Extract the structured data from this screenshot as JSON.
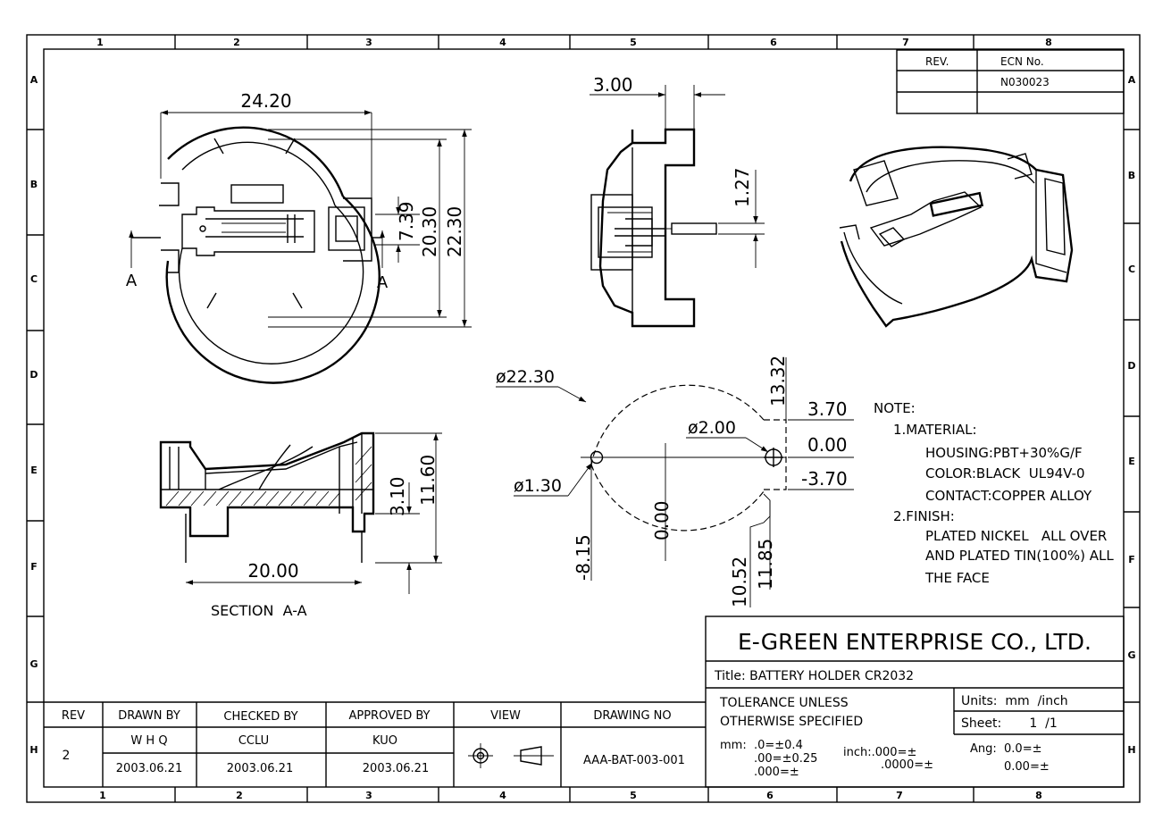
{
  "border": {
    "cols": [
      "1",
      "2",
      "3",
      "4",
      "5",
      "6",
      "7",
      "8"
    ],
    "rows": [
      "A",
      "B",
      "C",
      "D",
      "E",
      "F",
      "G",
      "H"
    ]
  },
  "revision_block": {
    "headers": [
      "REV.",
      "ECN No."
    ],
    "ecn": "N030023"
  },
  "top_view": {
    "width_dim": "24.20",
    "dim_739": "7.39",
    "dim_2030": "20.30",
    "dim_2230": "22.30",
    "section_mark_left": "A",
    "section_mark_right": "A"
  },
  "side_view": {
    "dim_300": "3.00",
    "dim_127": "1.27"
  },
  "section_view": {
    "dim_310": "3.10",
    "dim_1160": "11.60",
    "dim_2000": "20.00",
    "caption": "SECTION  A-A"
  },
  "pcb_layout": {
    "dia_2230": "ø22.30",
    "dia_200": "ø2.00",
    "dia_130": "ø1.30",
    "dim_1332": "13.32",
    "dim_370": "3.70",
    "dim_000": "0.00",
    "dim_m370": "-3.70",
    "dim_000v": "0.00",
    "dim_m815": "-8.15",
    "dim_1052": "10.52",
    "dim_1185": "11.85"
  },
  "notes": {
    "title": "NOTE:",
    "lines": [
      "1.MATERIAL:",
      "HOUSING:PBT+30%G/F",
      "COLOR:BLACK  UL94V-0",
      "CONTACT:COPPER ALLOY",
      "2.FINISH:",
      "PLATED NICKEL   ALL OVER",
      "AND PLATED TIN(100%) ALL",
      "THE FACE"
    ]
  },
  "title_block": {
    "company": "E-GREEN ENTERPRISE CO., LTD.",
    "title": "Title: BATTERY HOLDER CR2032",
    "headers": [
      "REV",
      "DRAWN BY",
      "CHECKED BY",
      "APPROVED BY",
      "VIEW",
      "DRAWING NO"
    ],
    "rev": "2",
    "drawn_by": "W H Q",
    "checked_by": "CCLU",
    "approved_by": "KUO",
    "drawn_date": "2003.06.21",
    "checked_date": "2003.06.21",
    "approved_date": "2003.06.21",
    "drawing_no": "AAA-BAT-003-001",
    "tolerance_1": "TOLERANCE UNLESS",
    "tolerance_2": "OTHERWISE SPECIFIED",
    "units": "Units:  mm  /inch",
    "sheet": "Sheet:       1  /1",
    "mm_1": "mm:  .0=±0.4",
    "mm_2": ".00=±0.25",
    "mm_3": ".000=±",
    "inch_1": "inch:.000=±",
    "inch_2": ".0000=±",
    "ang_1": "Ang:  0.0=±",
    "ang_2": "0.00=±"
  }
}
